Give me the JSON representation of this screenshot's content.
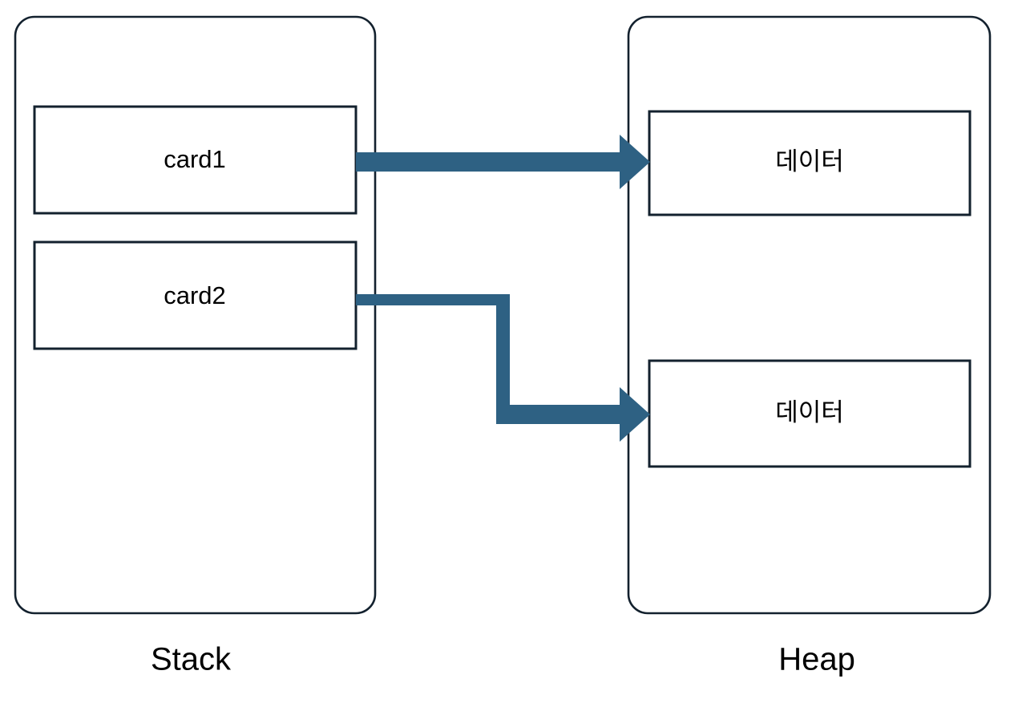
{
  "diagram": {
    "title": "Stack and Heap reference diagram",
    "background_color": "#ffffff",
    "outline_color": "#13212e",
    "arrow_color": "#2e6183",
    "text_color": "#000000"
  },
  "regions": [
    {
      "id": "stack",
      "caption": "Stack",
      "slots": [
        {
          "id": "card1",
          "label": "card1"
        },
        {
          "id": "card2",
          "label": "card2"
        }
      ]
    },
    {
      "id": "heap",
      "caption": "Heap",
      "slots": [
        {
          "id": "heap-data-1",
          "label": "데이터"
        },
        {
          "id": "heap-data-2",
          "label": "데이터"
        }
      ]
    }
  ],
  "connectors": [
    {
      "id": "card1-to-data1",
      "from": "card1",
      "to": "heap-data-1",
      "style": "straight"
    },
    {
      "id": "card2-to-data2",
      "from": "card2",
      "to": "heap-data-2",
      "style": "elbow"
    }
  ]
}
